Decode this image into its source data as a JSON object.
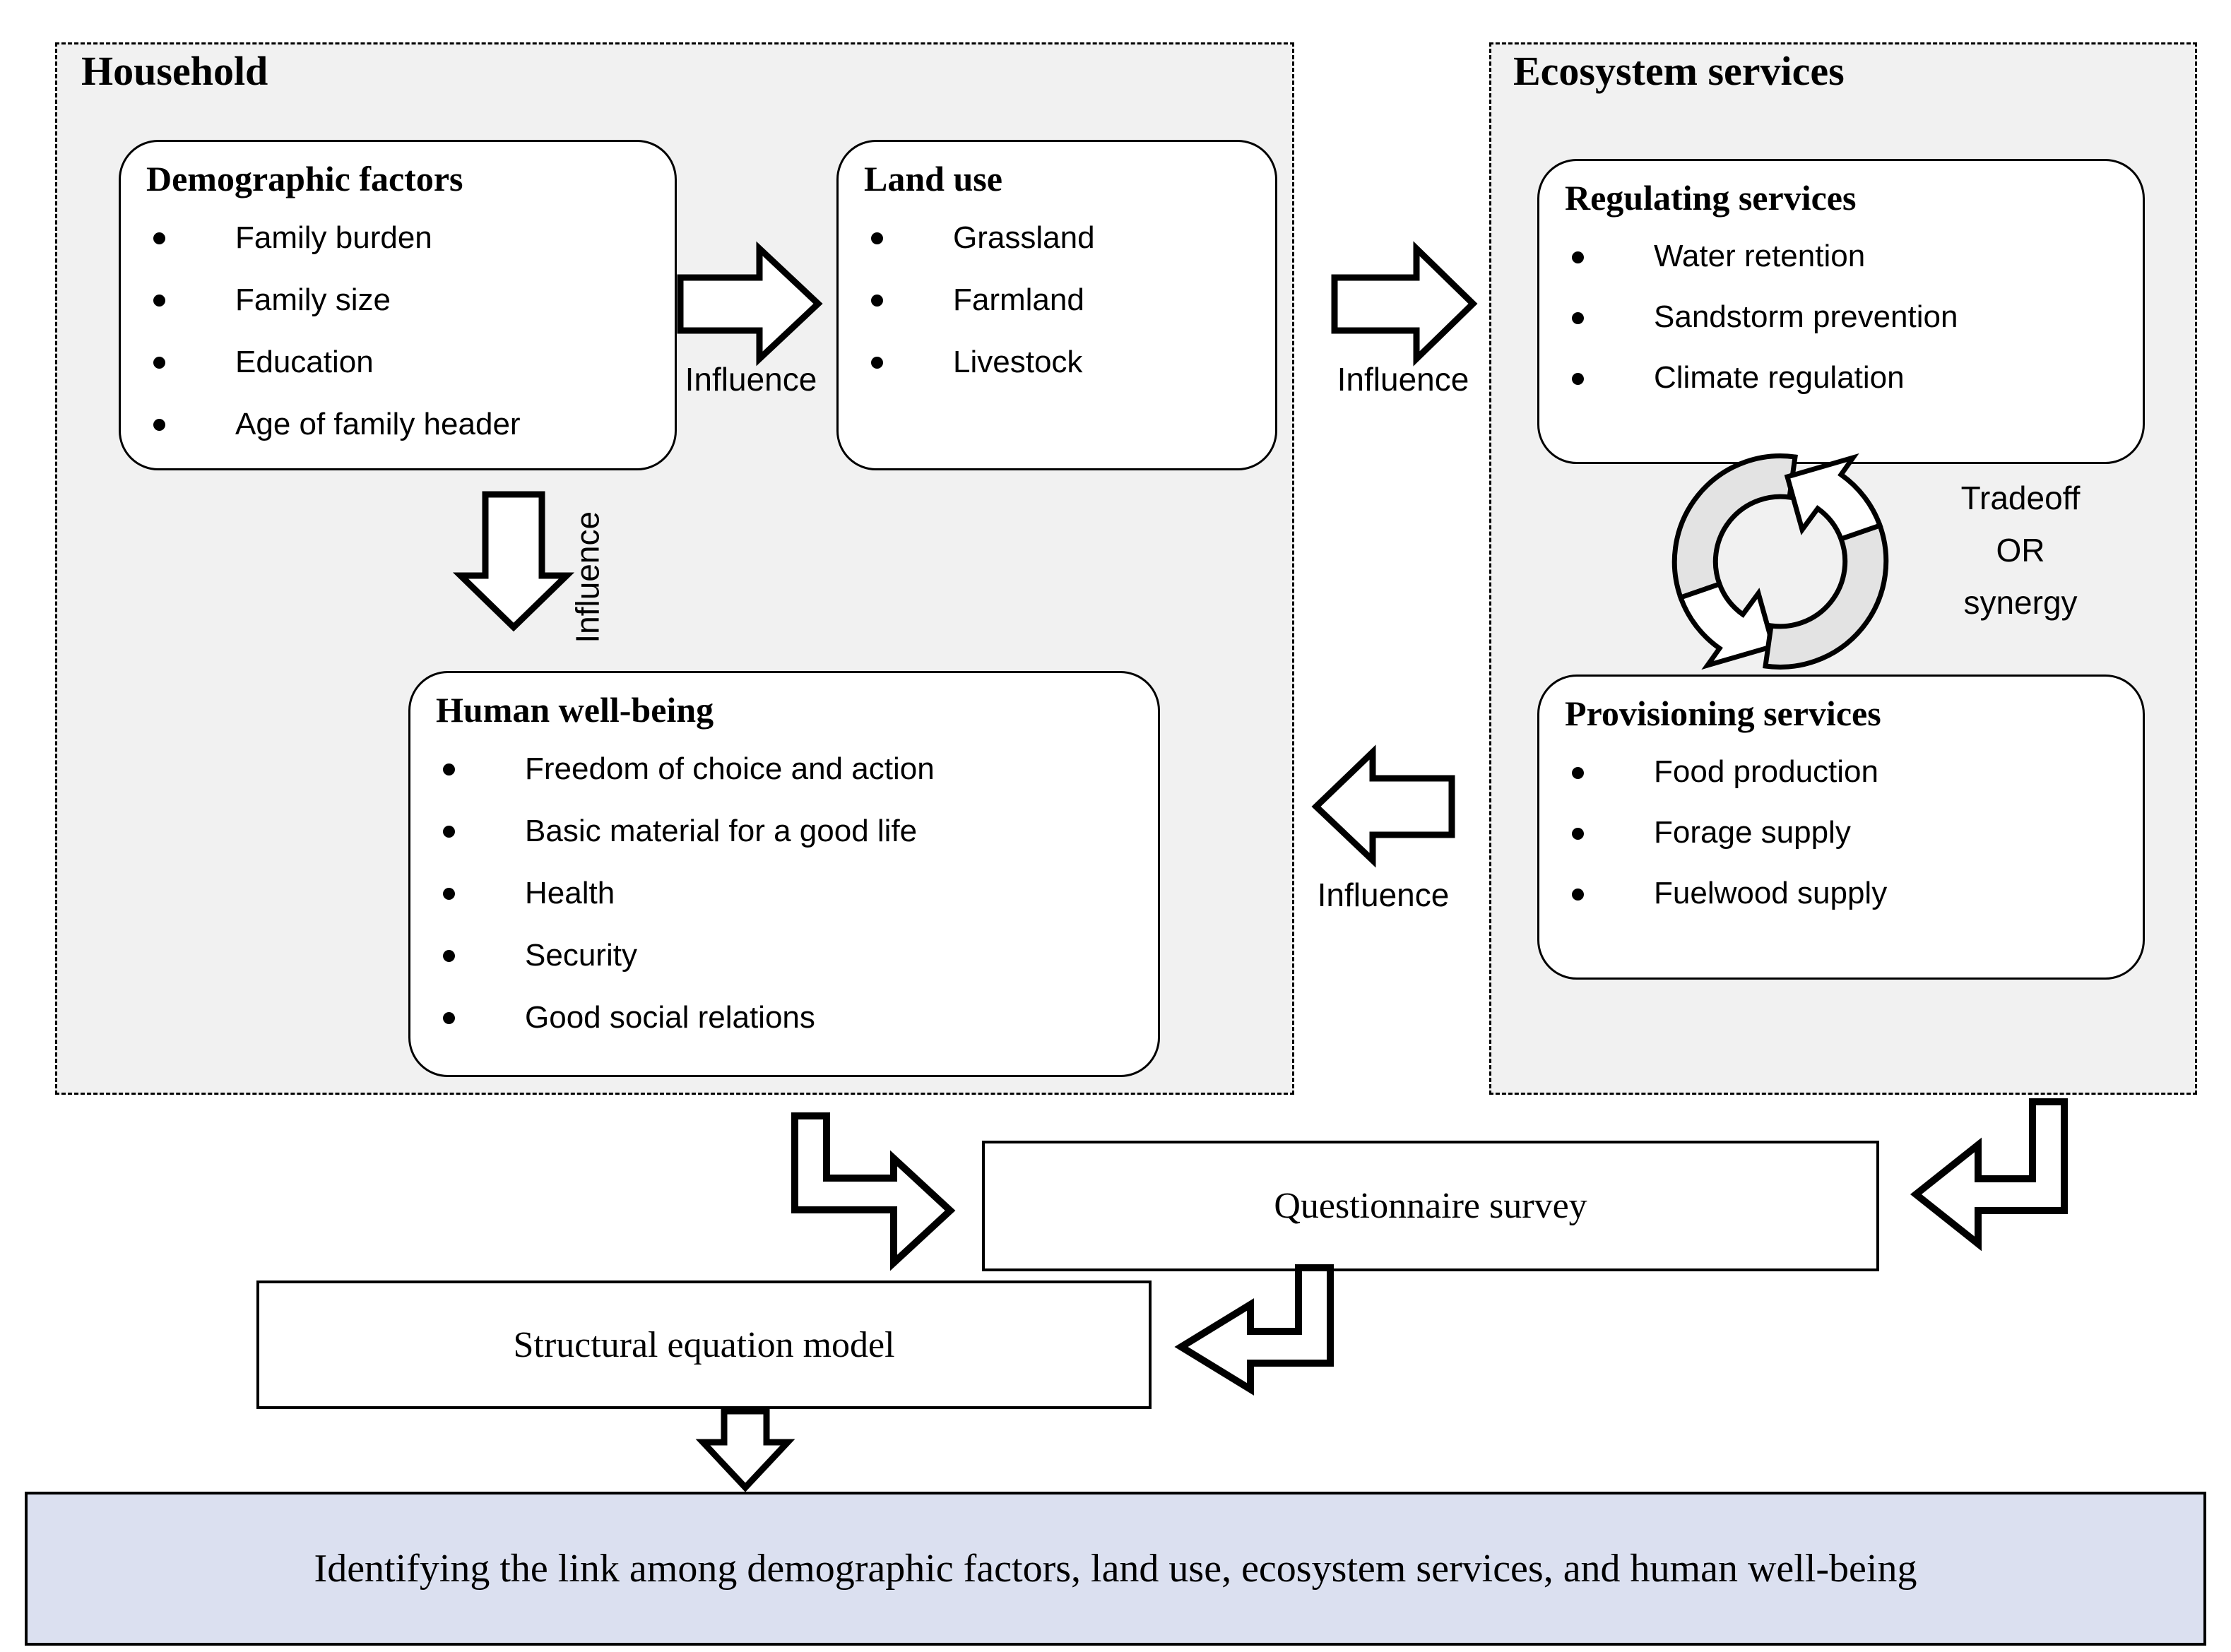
{
  "household": {
    "title": "Household",
    "demographic": {
      "title": "Demographic factors",
      "items": [
        "Family burden",
        "Family size",
        "Education",
        "Age of family header"
      ]
    },
    "land_use": {
      "title": "Land use",
      "items": [
        "Grassland",
        "Farmland",
        "Livestock"
      ]
    },
    "wellbeing": {
      "title": "Human well-being",
      "items": [
        "Freedom of choice and action",
        "Basic material for a good life",
        "Health",
        "Security",
        "Good social relations"
      ]
    }
  },
  "ecosystem": {
    "title": "Ecosystem services",
    "regulating": {
      "title": "Regulating services",
      "items": [
        "Water retention",
        "Sandstorm prevention",
        "Climate regulation"
      ]
    },
    "provisioning": {
      "title": "Provisioning services",
      "items": [
        "Food production",
        "Forage supply",
        "Fuelwood supply"
      ]
    },
    "tradeoff_lines": [
      "Tradeoff",
      "OR",
      "synergy"
    ]
  },
  "labels": {
    "influence": "Influence"
  },
  "flow": {
    "questionnaire": "Questionnaire survey",
    "sem": "Structural equation model",
    "result": "Identifying the link among demographic factors, land use, ecosystem services, and human well-being"
  },
  "icons": {
    "cycle_icon": "two curved arrows forming a circle (tradeoff/synergy cycle)",
    "block_arrows": "hollow block arrows labelled Influence",
    "elbow_arrows": "hollow elbow connector arrows to survey and model boxes"
  },
  "colors": {
    "container_bg": "#f1f1f1",
    "box_bg": "#ffffff",
    "result_bg": "#dbe0f0",
    "outline": "#000000",
    "icon_gray": "#e3e3e3"
  }
}
